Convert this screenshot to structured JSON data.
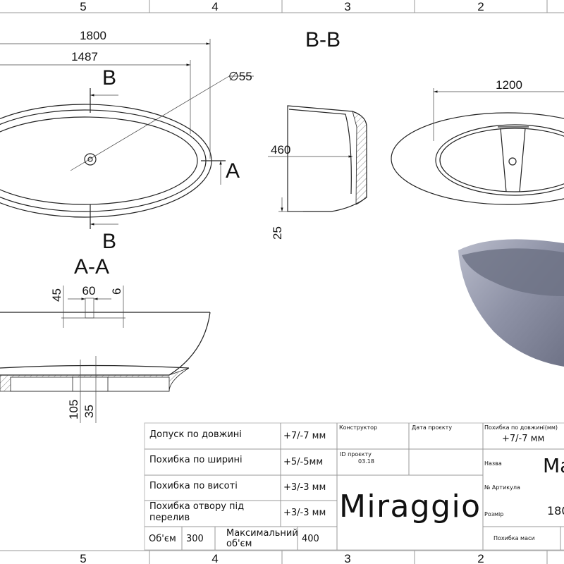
{
  "border": {
    "columns": [
      "5",
      "4",
      "3",
      "2"
    ]
  },
  "top_view": {
    "dim_length": "1800",
    "dim_inner": "1487",
    "drain_diameter": "∅55",
    "section_b": "B",
    "section_a": "A"
  },
  "section_bb": {
    "title": "B-B",
    "dim_height": "460",
    "dim_base": "25"
  },
  "side_view": {
    "dim_width": "1200"
  },
  "section_aa": {
    "title": "A-A",
    "dim_45": "45",
    "dim_60": "60",
    "dim_6": "6",
    "dim_105": "105",
    "dim_35": "35"
  },
  "title_block": {
    "rows": [
      {
        "label": "Допуск по довжині",
        "value": "+7/-7 мм"
      },
      {
        "label": "Похибка по ширині",
        "value": "+5/-5мм"
      },
      {
        "label": "Похибка по висоті",
        "value": "+3/-3 мм"
      },
      {
        "label_line1": "Похибка отвору під",
        "label_line2": "перелив",
        "value": "+3/-3 мм"
      }
    ],
    "volume_label": "Об'єм",
    "volume_value": "300",
    "max_volume_label_line1": "Максимальний",
    "max_volume_label_line2": "об'єм",
    "max_volume_value": "400",
    "designer_label": "Конструктор",
    "project_date_label": "Дата проєкту",
    "project_id_label": "ID проєкту",
    "project_id_value": "03.18",
    "brand": "Miraggio",
    "length_error_label": "Похибка по довжині(мм)",
    "length_error_value": "+7/-7 мм",
    "name_label": "Назва",
    "name_value": "Ma",
    "article_label": "№ Артикула",
    "size_label": "Розмір",
    "size_value": "180",
    "mass_error_label": "Похибка маси"
  }
}
